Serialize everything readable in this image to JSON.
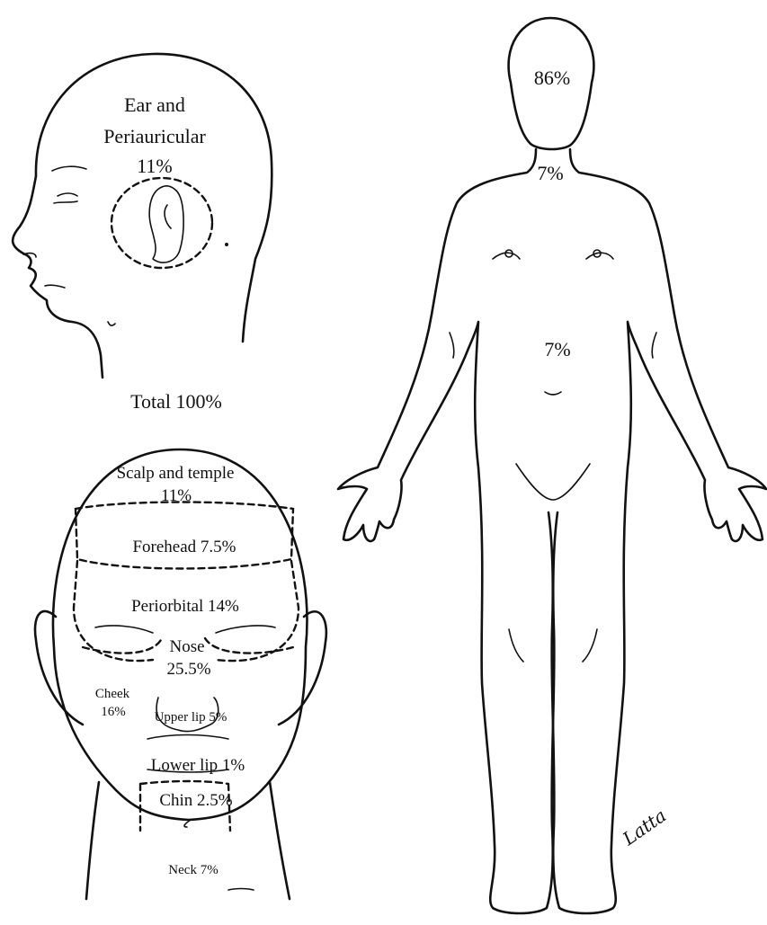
{
  "profile": {
    "ear_title_line1": "Ear and",
    "ear_title_line2": "Periauricular",
    "ear_value": "11%",
    "total": "Total 100%"
  },
  "front_face": {
    "scalp_line1": "Scalp and temple",
    "scalp_line2": "11%",
    "forehead": "Forehead 7.5%",
    "periorbital": "Periorbital 14%",
    "nose_line1": "Nose",
    "nose_line2": "25.5%",
    "cheek_line1": "Cheek",
    "cheek_line2": "16%",
    "upper_lip": "Upper lip 5%",
    "lower_lip": "Lower lip 1%",
    "chin": "Chin 2.5%",
    "neck": "Neck 7%"
  },
  "body": {
    "head": "86%",
    "neck": "7%",
    "trunk": "7%"
  },
  "signature": "Latta"
}
